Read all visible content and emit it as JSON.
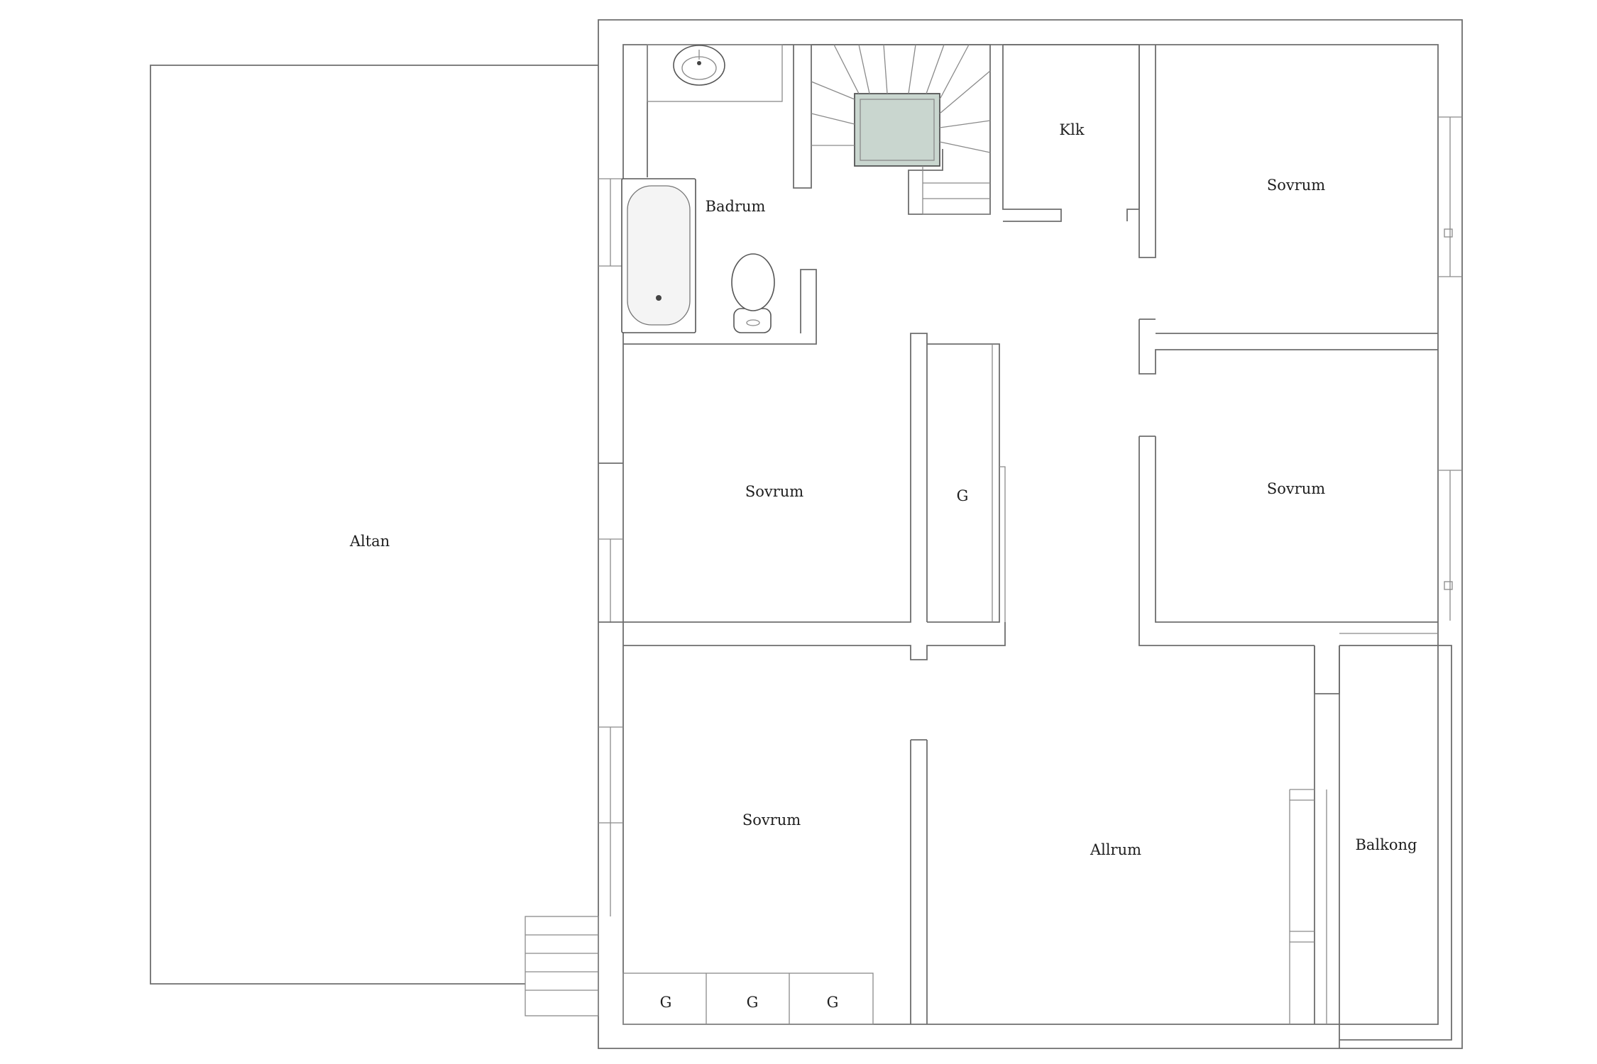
{
  "rooms": {
    "altan": "Altan",
    "badrum": "Badrum",
    "klk": "Klk",
    "sovrum_top_right": "Sovrum",
    "sovrum_middle_left": "Sovrum",
    "sovrum_middle_right": "Sovrum",
    "sovrum_bottom_left": "Sovrum",
    "allrum": "Allrum",
    "balkong": "Balkong",
    "closet_middle": "G",
    "closet_bottom_1": "G",
    "closet_bottom_2": "G",
    "closet_bottom_3": "G"
  },
  "colors": {
    "wall": "#6e6e6e",
    "stair_well": "#c9d6cf"
  }
}
